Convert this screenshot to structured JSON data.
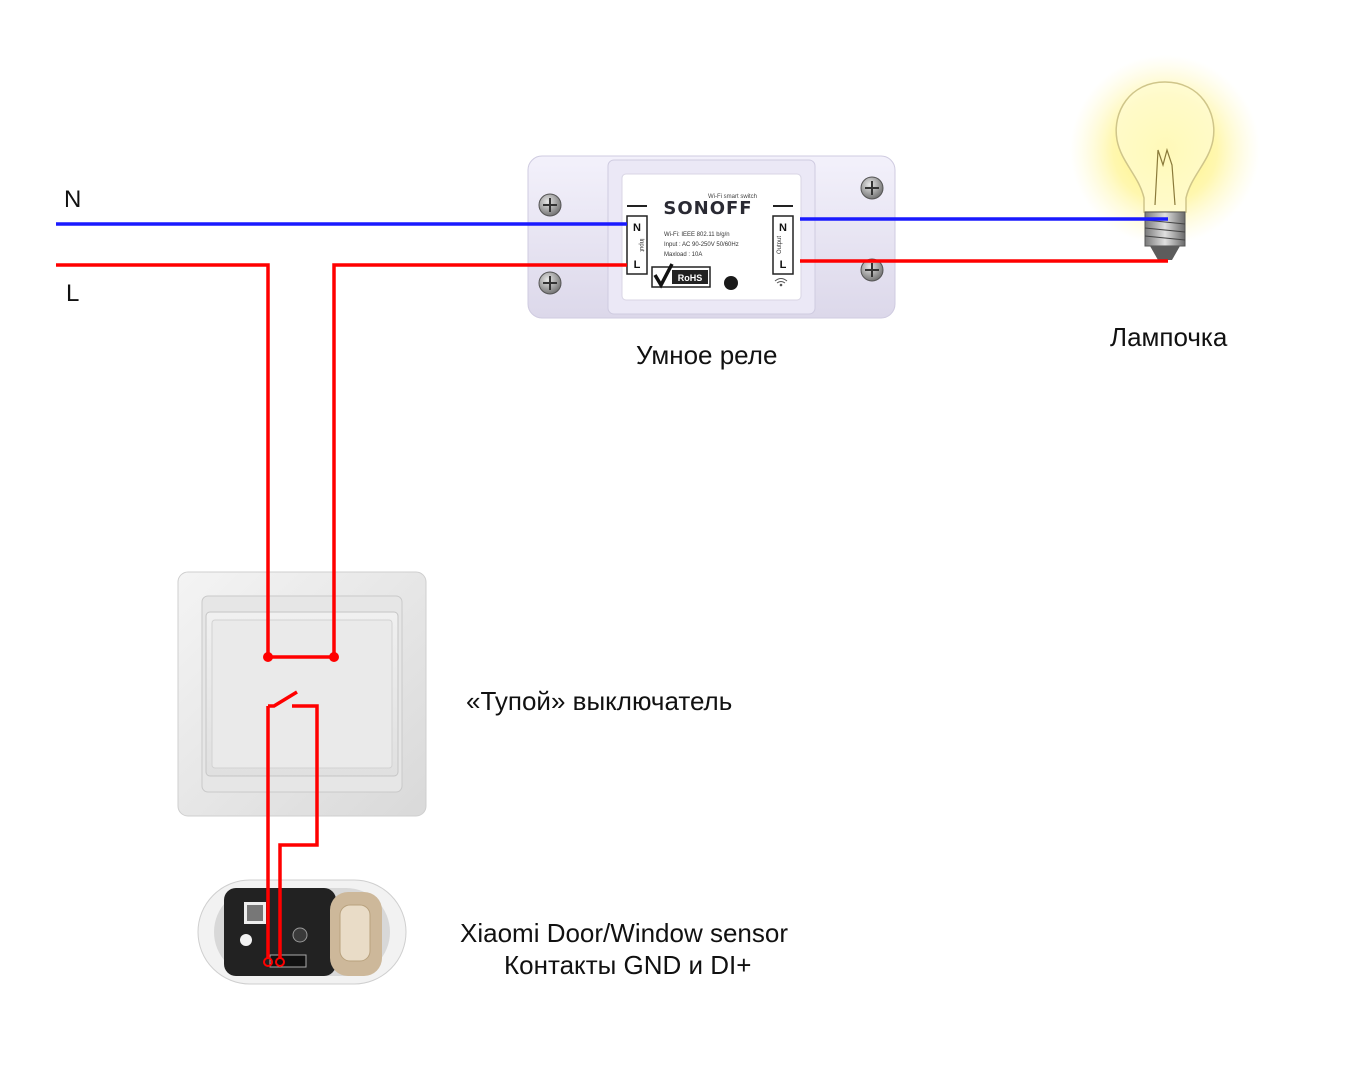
{
  "labels": {
    "neutral": "N",
    "line": "L",
    "relay": "Умное реле",
    "lamp": "Лампочка",
    "switch": "«Тупой» выключатель",
    "sensor_line1": "Xiaomi Door/Window sensor",
    "sensor_line2": "Контакты GND и DI+"
  },
  "relay_device": {
    "brand": "SONOFF",
    "tagline": "Wi-Fi smart switch",
    "spec_wifi": "Wi-Fi: IEEE 802.11 b/g/n",
    "spec_input": "Input : AC 90-250V  50/60Hz",
    "spec_maxload": "Maxload : 10A",
    "rohs": "RoHS",
    "input_label": "Input",
    "output_label": "Output",
    "n_terminal": "N",
    "l_terminal": "L"
  },
  "colors": {
    "neutral_wire": "#1a1aff",
    "line_wire": "#ff0000",
    "background": "#ffffff"
  },
  "icons": [
    "screw-icon",
    "checkmark-icon",
    "wifi-icon",
    "light-bulb-icon"
  ]
}
